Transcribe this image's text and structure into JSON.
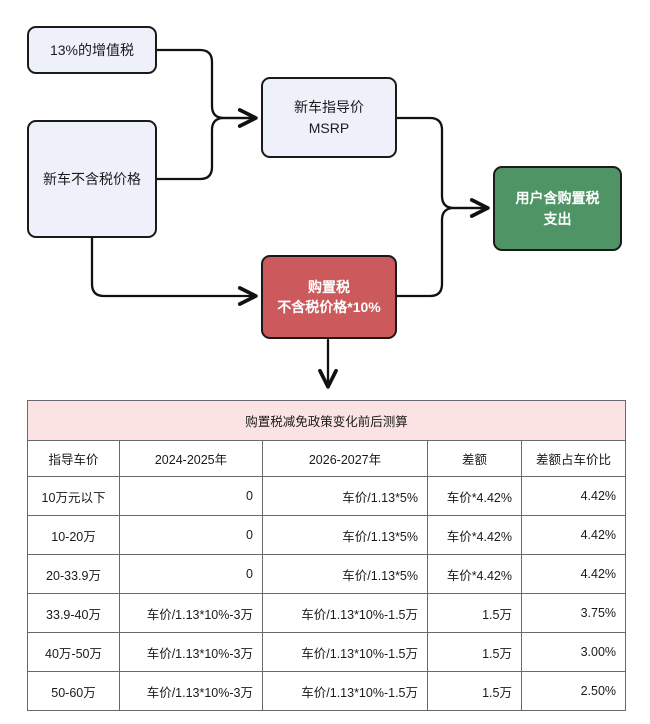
{
  "diagram": {
    "nodes": {
      "vat": {
        "label": "13%的增值税",
        "color": "#eef1fa"
      },
      "net_price": {
        "label": "新车不含税价格",
        "color": "#eef1fa"
      },
      "msrp_line1": "新车指导价",
      "msrp_line2": "MSRP",
      "msrp_color": "#eef1fa",
      "purchase_tax_line1": "购置税",
      "purchase_tax_line2": "不含税价格*10%",
      "purchase_tax_color": "#cc5a5c",
      "output_line1": "用户含购置税",
      "output_line2": "支出",
      "output_color": "#4f9465"
    }
  },
  "table": {
    "title": "购置税减免政策变化前后测算",
    "title_bg": "#fbe3e4",
    "columns": [
      "指导车价",
      "2024-2025年",
      "2026-2027年",
      "差额",
      "差额占车价比"
    ],
    "rows": [
      [
        "10万元以下",
        "0",
        "车价/1.13*5%",
        "车价*4.42%",
        "4.42%"
      ],
      [
        "10-20万",
        "0",
        "车价/1.13*5%",
        "车价*4.42%",
        "4.42%"
      ],
      [
        "20-33.9万",
        "0",
        "车价/1.13*5%",
        "车价*4.42%",
        "4.42%"
      ],
      [
        "33.9-40万",
        "车价/1.13*10%-3万",
        "车价/1.13*10%-1.5万",
        "1.5万",
        "3.75%"
      ],
      [
        "40万-50万",
        "车价/1.13*10%-3万",
        "车价/1.13*10%-1.5万",
        "1.5万",
        "3.00%"
      ],
      [
        "50-60万",
        "车价/1.13*10%-3万",
        "车价/1.13*10%-1.5万",
        "1.5万",
        "2.50%"
      ]
    ]
  }
}
